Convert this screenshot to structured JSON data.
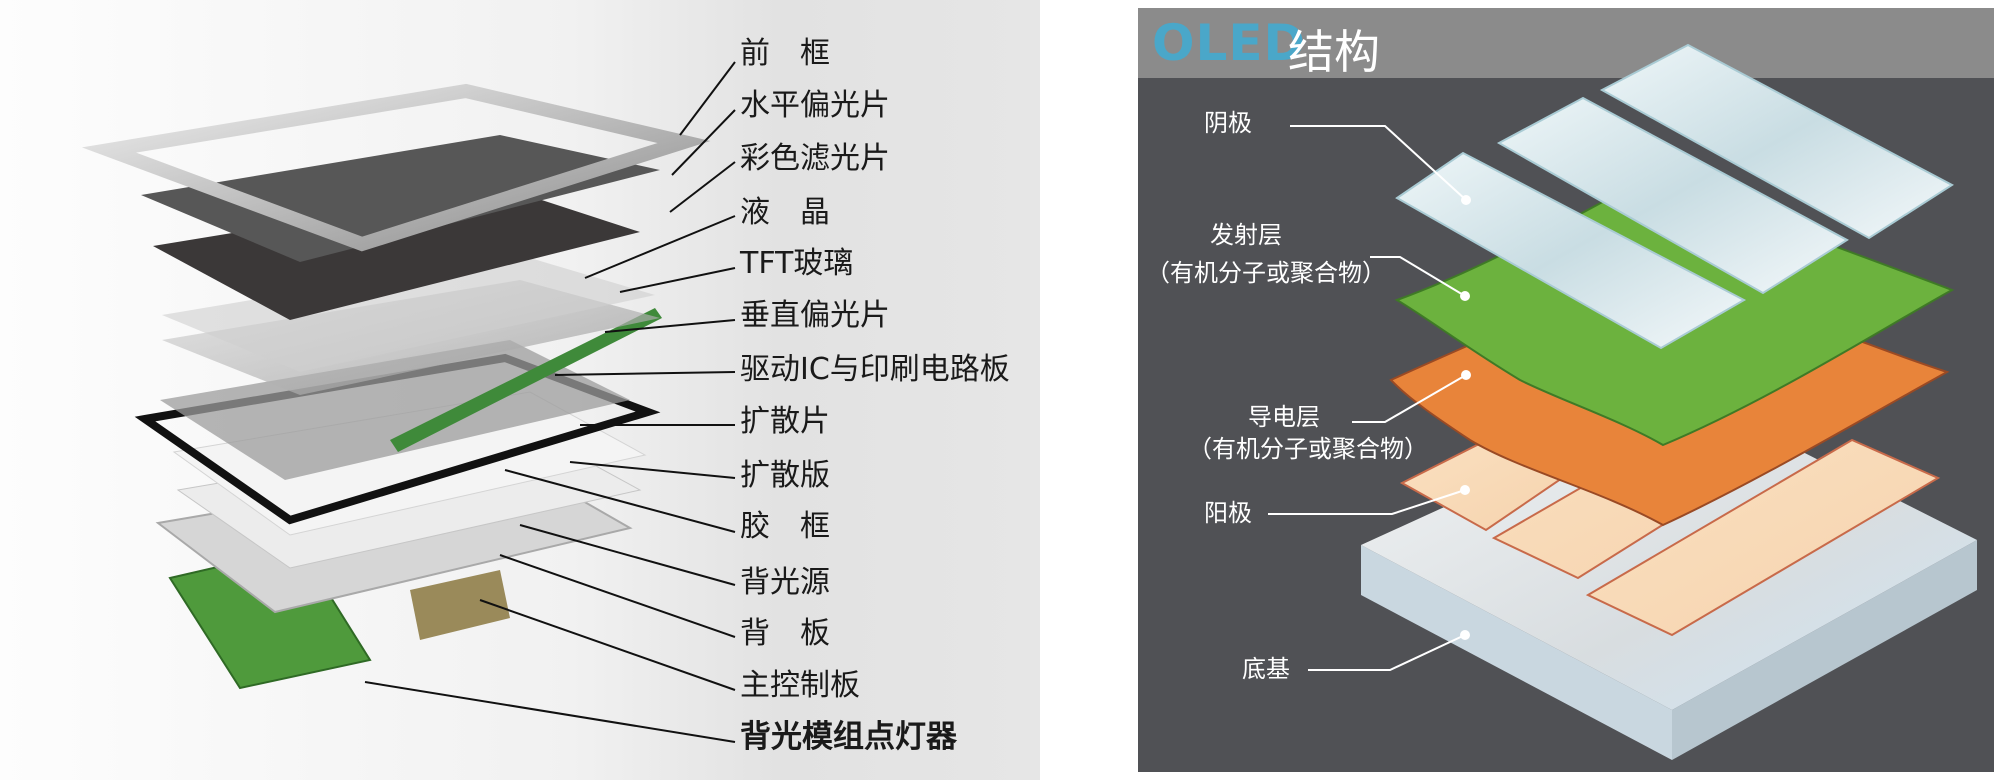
{
  "lcd": {
    "labels": [
      "前　框",
      "水平偏光片",
      "彩色滤光片",
      "液　晶",
      "TFT玻璃",
      "垂直偏光片",
      "驱动IC与印刷电路板",
      "扩散片",
      "扩散版",
      "胶　框",
      "背光源",
      "背　板",
      "主控制板",
      "背光模组点灯器"
    ]
  },
  "oled": {
    "title_en": "OLED",
    "title_cn": "结构",
    "labels": {
      "cathode": "阴极",
      "emissive": "发射层",
      "emissive_note": "（有机分子或聚合物）",
      "conductive": "导电层",
      "conductive_note": "（有机分子或聚合物）",
      "anode": "阳极",
      "substrate": "底基"
    },
    "colors": {
      "emissive": "#6cb23e",
      "conductive": "#e8843a",
      "title_accent": "#4aa7c9"
    }
  }
}
